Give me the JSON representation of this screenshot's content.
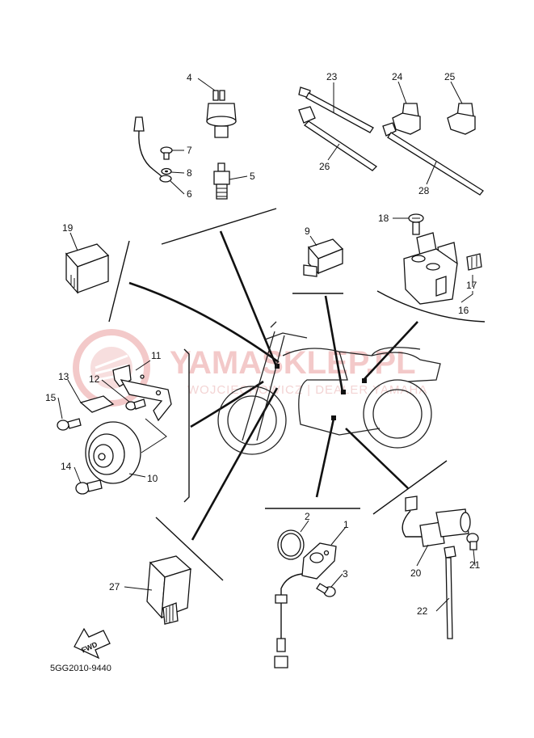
{
  "diagram": {
    "callouts": [
      "1",
      "2",
      "3",
      "4",
      "5",
      "6",
      "7",
      "8",
      "9",
      "10",
      "11",
      "12",
      "13",
      "14",
      "15",
      "16",
      "17",
      "18",
      "19",
      "20",
      "21",
      "22",
      "23",
      "24",
      "25",
      "26",
      "27",
      "28"
    ],
    "part_code": "5GG2010-9440",
    "fwd_label": "FWD"
  },
  "watermark": {
    "name": "YAMASKLEP.PL",
    "subtext": "WOJCIECHOWICZ | DEALER YAMAHA",
    "color": "#f3c9c9"
  },
  "colors": {
    "line": "#111111",
    "background": "#ffffff"
  }
}
